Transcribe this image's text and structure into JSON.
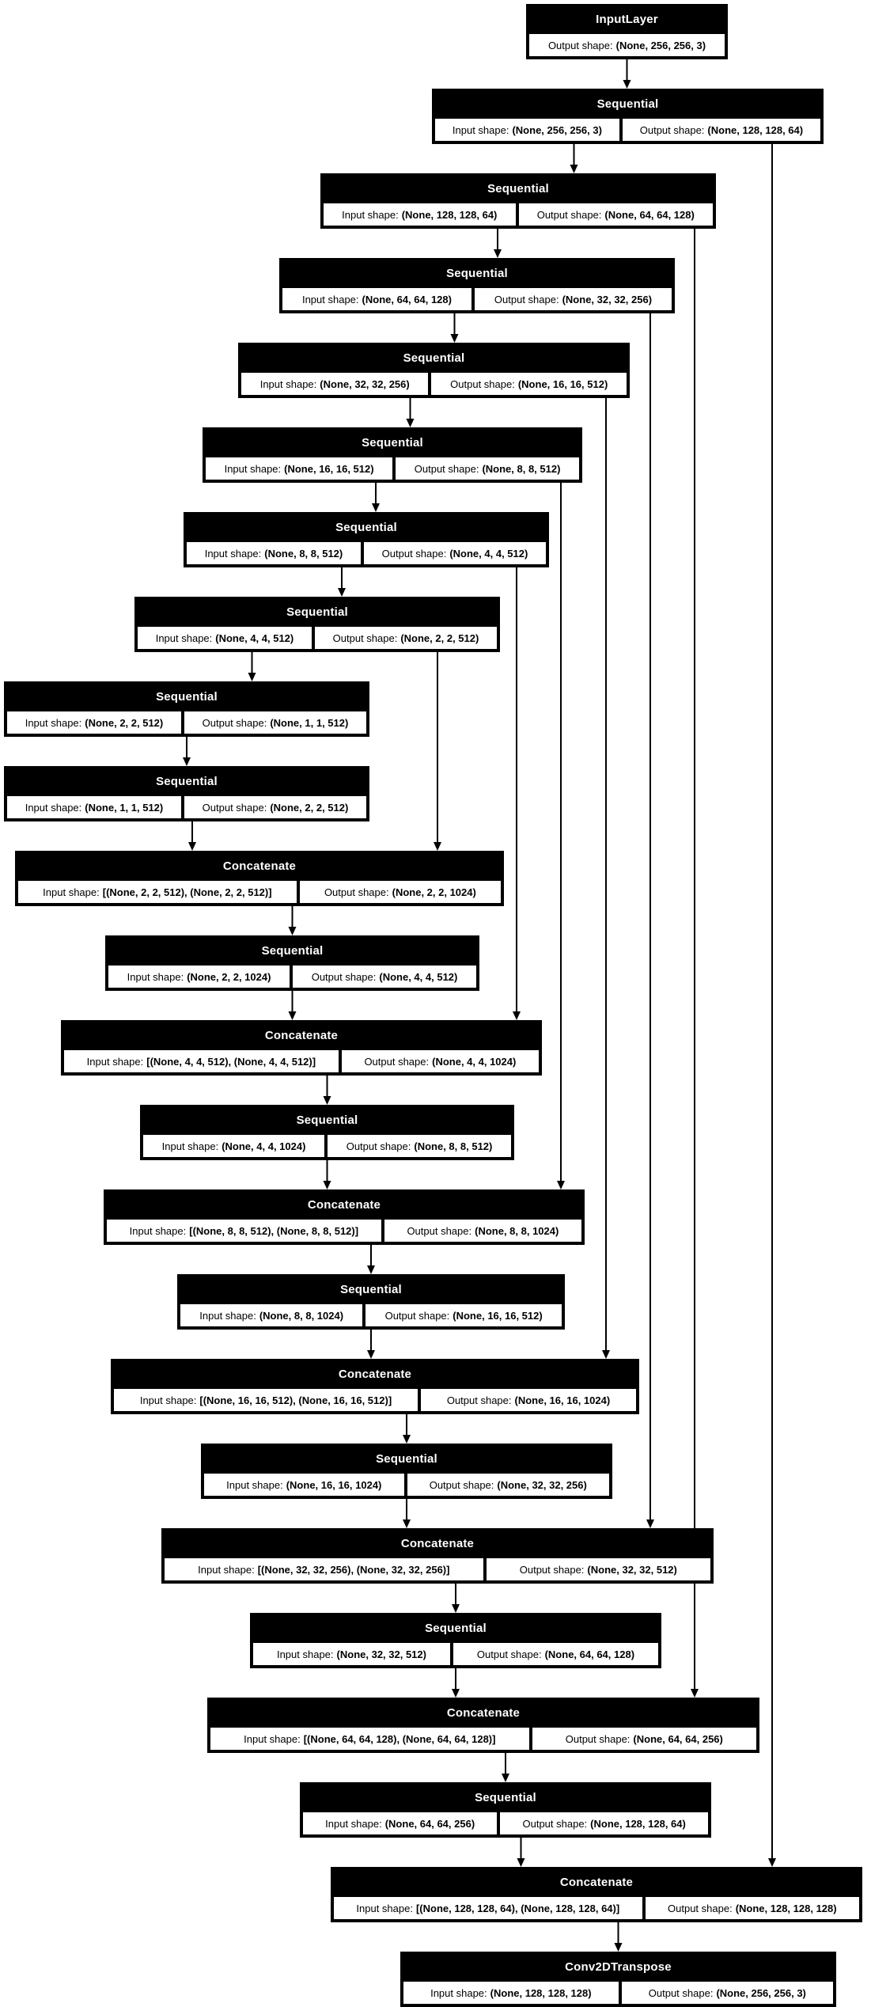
{
  "diagram": {
    "title": "Keras U-Net model architecture plot",
    "labels": {
      "input_prefix": "Input shape:",
      "output_prefix": "Output shape:"
    },
    "colors": {
      "node_header_bg": "#000000",
      "node_header_text": "#ffffff",
      "cell_bg": "#ffffff",
      "cell_text": "#000000",
      "edge": "#000000",
      "canvas_bg": "#ffffff"
    },
    "nodes": [
      {
        "layer": "InputLayer",
        "output": "(None, 256, 256, 3)"
      },
      {
        "layer": "Sequential",
        "input": "(None, 256, 256, 3)",
        "output": "(None, 128, 128, 64)"
      },
      {
        "layer": "Sequential",
        "input": "(None, 128, 128, 64)",
        "output": "(None, 64, 64, 128)"
      },
      {
        "layer": "Sequential",
        "input": "(None, 64, 64, 128)",
        "output": "(None, 32, 32, 256)"
      },
      {
        "layer": "Sequential",
        "input": "(None, 32, 32, 256)",
        "output": "(None, 16, 16, 512)"
      },
      {
        "layer": "Sequential",
        "input": "(None, 16, 16, 512)",
        "output": "(None, 8, 8, 512)"
      },
      {
        "layer": "Sequential",
        "input": "(None, 8, 8, 512)",
        "output": "(None, 4, 4, 512)"
      },
      {
        "layer": "Sequential",
        "input": "(None, 4, 4, 512)",
        "output": "(None, 2, 2, 512)"
      },
      {
        "layer": "Sequential",
        "input": "(None, 2, 2, 512)",
        "output": "(None, 1, 1, 512)"
      },
      {
        "layer": "Sequential",
        "input": "(None, 1, 1, 512)",
        "output": "(None, 2, 2, 512)"
      },
      {
        "layer": "Concatenate",
        "input": "[(None, 2, 2, 512), (None, 2, 2, 512)]",
        "output": "(None, 2, 2, 1024)"
      },
      {
        "layer": "Sequential",
        "input": "(None, 2, 2, 1024)",
        "output": "(None, 4, 4, 512)"
      },
      {
        "layer": "Concatenate",
        "input": "[(None, 4, 4, 512), (None, 4, 4, 512)]",
        "output": "(None, 4, 4, 1024)"
      },
      {
        "layer": "Sequential",
        "input": "(None, 4, 4, 1024)",
        "output": "(None, 8, 8, 512)"
      },
      {
        "layer": "Concatenate",
        "input": "[(None, 8, 8, 512), (None, 8, 8, 512)]",
        "output": "(None, 8, 8, 1024)"
      },
      {
        "layer": "Sequential",
        "input": "(None, 8, 8, 1024)",
        "output": "(None, 16, 16, 512)"
      },
      {
        "layer": "Concatenate",
        "input": "[(None, 16, 16, 512), (None, 16, 16, 512)]",
        "output": "(None, 16, 16, 1024)"
      },
      {
        "layer": "Sequential",
        "input": "(None, 16, 16, 1024)",
        "output": "(None, 32, 32, 256)"
      },
      {
        "layer": "Concatenate",
        "input": "[(None, 32, 32, 256), (None, 32, 32, 256)]",
        "output": "(None, 32, 32, 512)"
      },
      {
        "layer": "Sequential",
        "input": "(None, 32, 32, 512)",
        "output": "(None, 64, 64, 128)"
      },
      {
        "layer": "Concatenate",
        "input": "[(None, 64, 64, 128), (None, 64, 64, 128)]",
        "output": "(None, 64, 64, 256)"
      },
      {
        "layer": "Sequential",
        "input": "(None, 64, 64, 256)",
        "output": "(None, 128, 128, 64)"
      },
      {
        "layer": "Concatenate",
        "input": "[(None, 128, 128, 64), (None, 128, 128, 64)]",
        "output": "(None, 128, 128, 128)"
      },
      {
        "layer": "Conv2DTranspose",
        "input": "(None, 128, 128, 128)",
        "output": "(None, 256, 256, 3)"
      }
    ],
    "edges": [
      {
        "from": 0,
        "to": 1
      },
      {
        "from": 1,
        "to": 2
      },
      {
        "from": 2,
        "to": 3
      },
      {
        "from": 3,
        "to": 4
      },
      {
        "from": 4,
        "to": 5
      },
      {
        "from": 5,
        "to": 6
      },
      {
        "from": 6,
        "to": 7
      },
      {
        "from": 7,
        "to": 8
      },
      {
        "from": 8,
        "to": 9
      },
      {
        "from": 9,
        "to": 10
      },
      {
        "from": 10,
        "to": 11
      },
      {
        "from": 11,
        "to": 12
      },
      {
        "from": 12,
        "to": 13
      },
      {
        "from": 13,
        "to": 14
      },
      {
        "from": 14,
        "to": 15
      },
      {
        "from": 15,
        "to": 16
      },
      {
        "from": 16,
        "to": 17
      },
      {
        "from": 17,
        "to": 18
      },
      {
        "from": 18,
        "to": 19
      },
      {
        "from": 19,
        "to": 20
      },
      {
        "from": 20,
        "to": 21
      },
      {
        "from": 21,
        "to": 22
      },
      {
        "from": 22,
        "to": 23
      },
      {
        "from": 7,
        "to": 10,
        "skip": true
      },
      {
        "from": 6,
        "to": 12,
        "skip": true
      },
      {
        "from": 5,
        "to": 14,
        "skip": true
      },
      {
        "from": 4,
        "to": 16,
        "skip": true
      },
      {
        "from": 3,
        "to": 18,
        "skip": true
      },
      {
        "from": 2,
        "to": 20,
        "skip": true
      },
      {
        "from": 1,
        "to": 22,
        "skip": true
      }
    ]
  }
}
